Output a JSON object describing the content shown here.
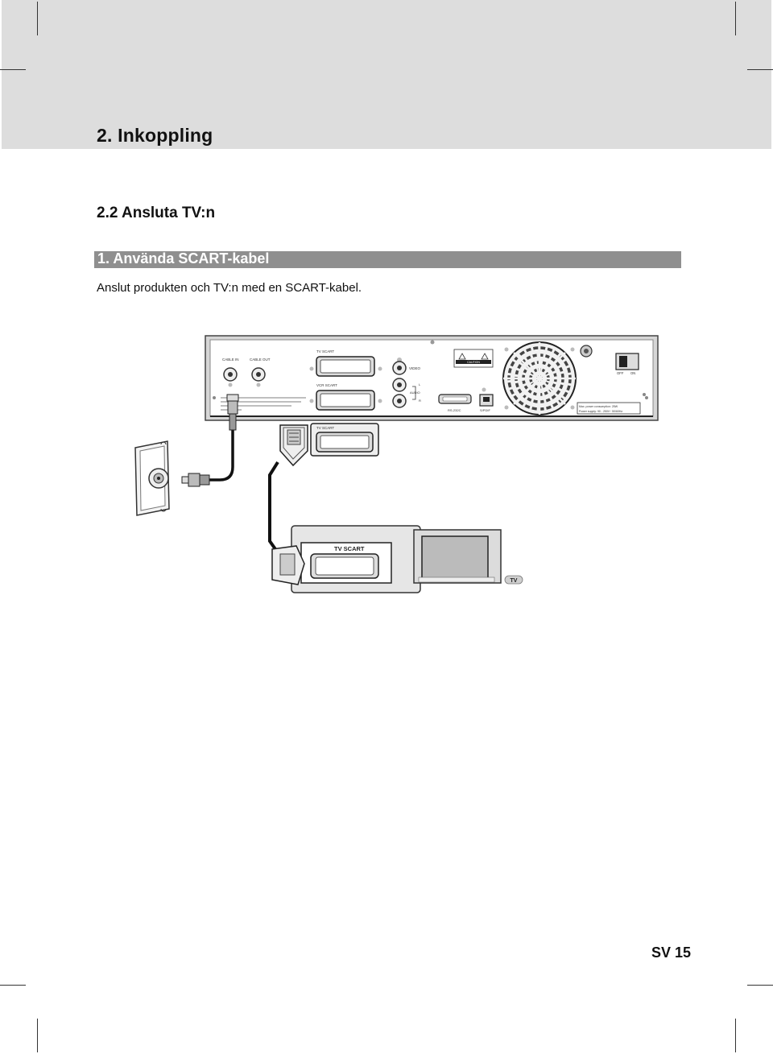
{
  "page": {
    "chapter_title": "2. Inkoppling",
    "section_title": "2.2 Ansluta TV:n",
    "subsection_title": "1. Använda SCART-kabel",
    "body_text": "Anslut produkten och TV:n med en SCART-kabel.",
    "page_number": "SV 15"
  },
  "diagram": {
    "panel_labels": {
      "cable_in": "CABLE IN",
      "cable_out": "CABLE OUT",
      "tv_scart": "TV SCART",
      "vcr_scart": "VCR SCART",
      "video": "VIDEO",
      "audio": "AUDIO",
      "audio_l": "L",
      "audio_r": "R",
      "rs232c": "RS-232C",
      "spdif": "S/PDIF",
      "caution": "CAUTION",
      "off": "OFF",
      "on": "ON",
      "power_line_1": "Max. power consumption: 25W",
      "power_line_2": "Power supply: 90 - 250V~ 50/60Hz"
    },
    "plug_label": "TV SCART",
    "tv_scart_label": "TV SCART",
    "tv_label": "TV"
  }
}
